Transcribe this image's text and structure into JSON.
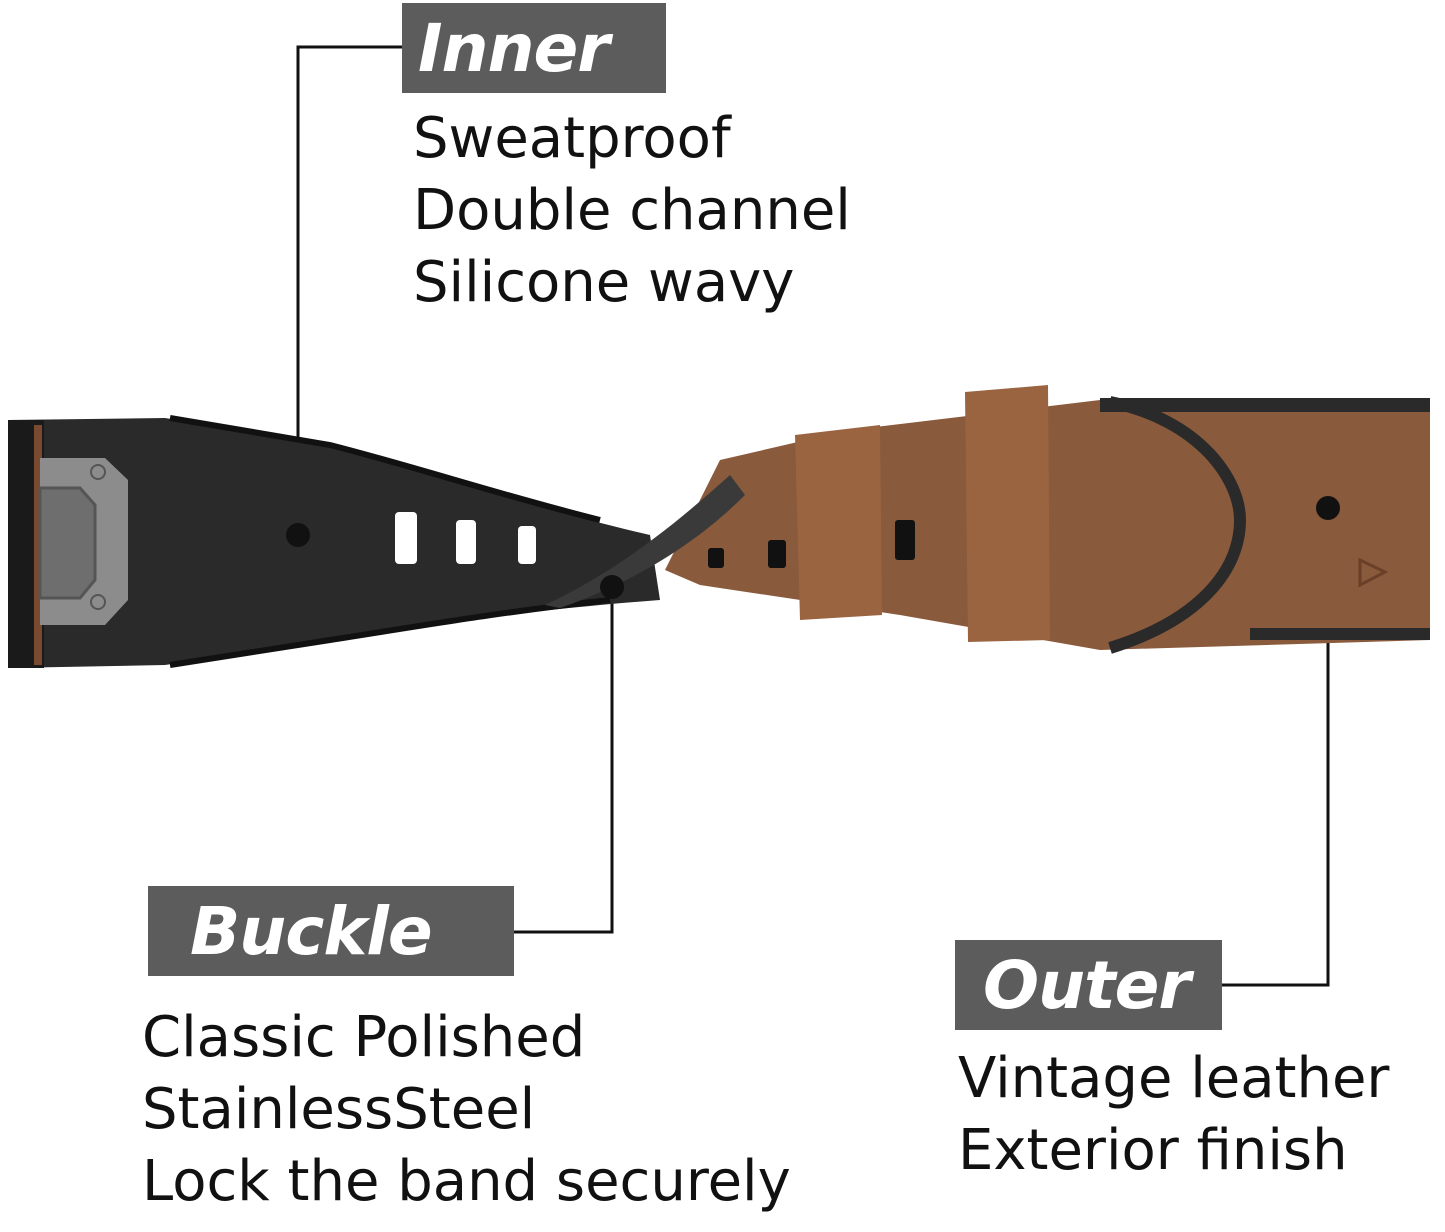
{
  "callouts": {
    "inner": {
      "tag": "Inner",
      "lines": [
        "Sweatproof",
        "Double channel",
        "Silicone wavy"
      ]
    },
    "buckle": {
      "tag": "Buckle",
      "lines": [
        "Classic Polished",
        "StainlessSteel",
        "Lock the band securely"
      ]
    },
    "outer": {
      "tag": "Outer",
      "lines": [
        "Vintage leather",
        "Exterior finish"
      ]
    }
  },
  "colors": {
    "tag_background": "#5c5c5c",
    "tag_text": "#ffffff",
    "silicone": "#2a2a2a",
    "leather": "#8a5a3c",
    "steel": "#8c8c8c"
  }
}
